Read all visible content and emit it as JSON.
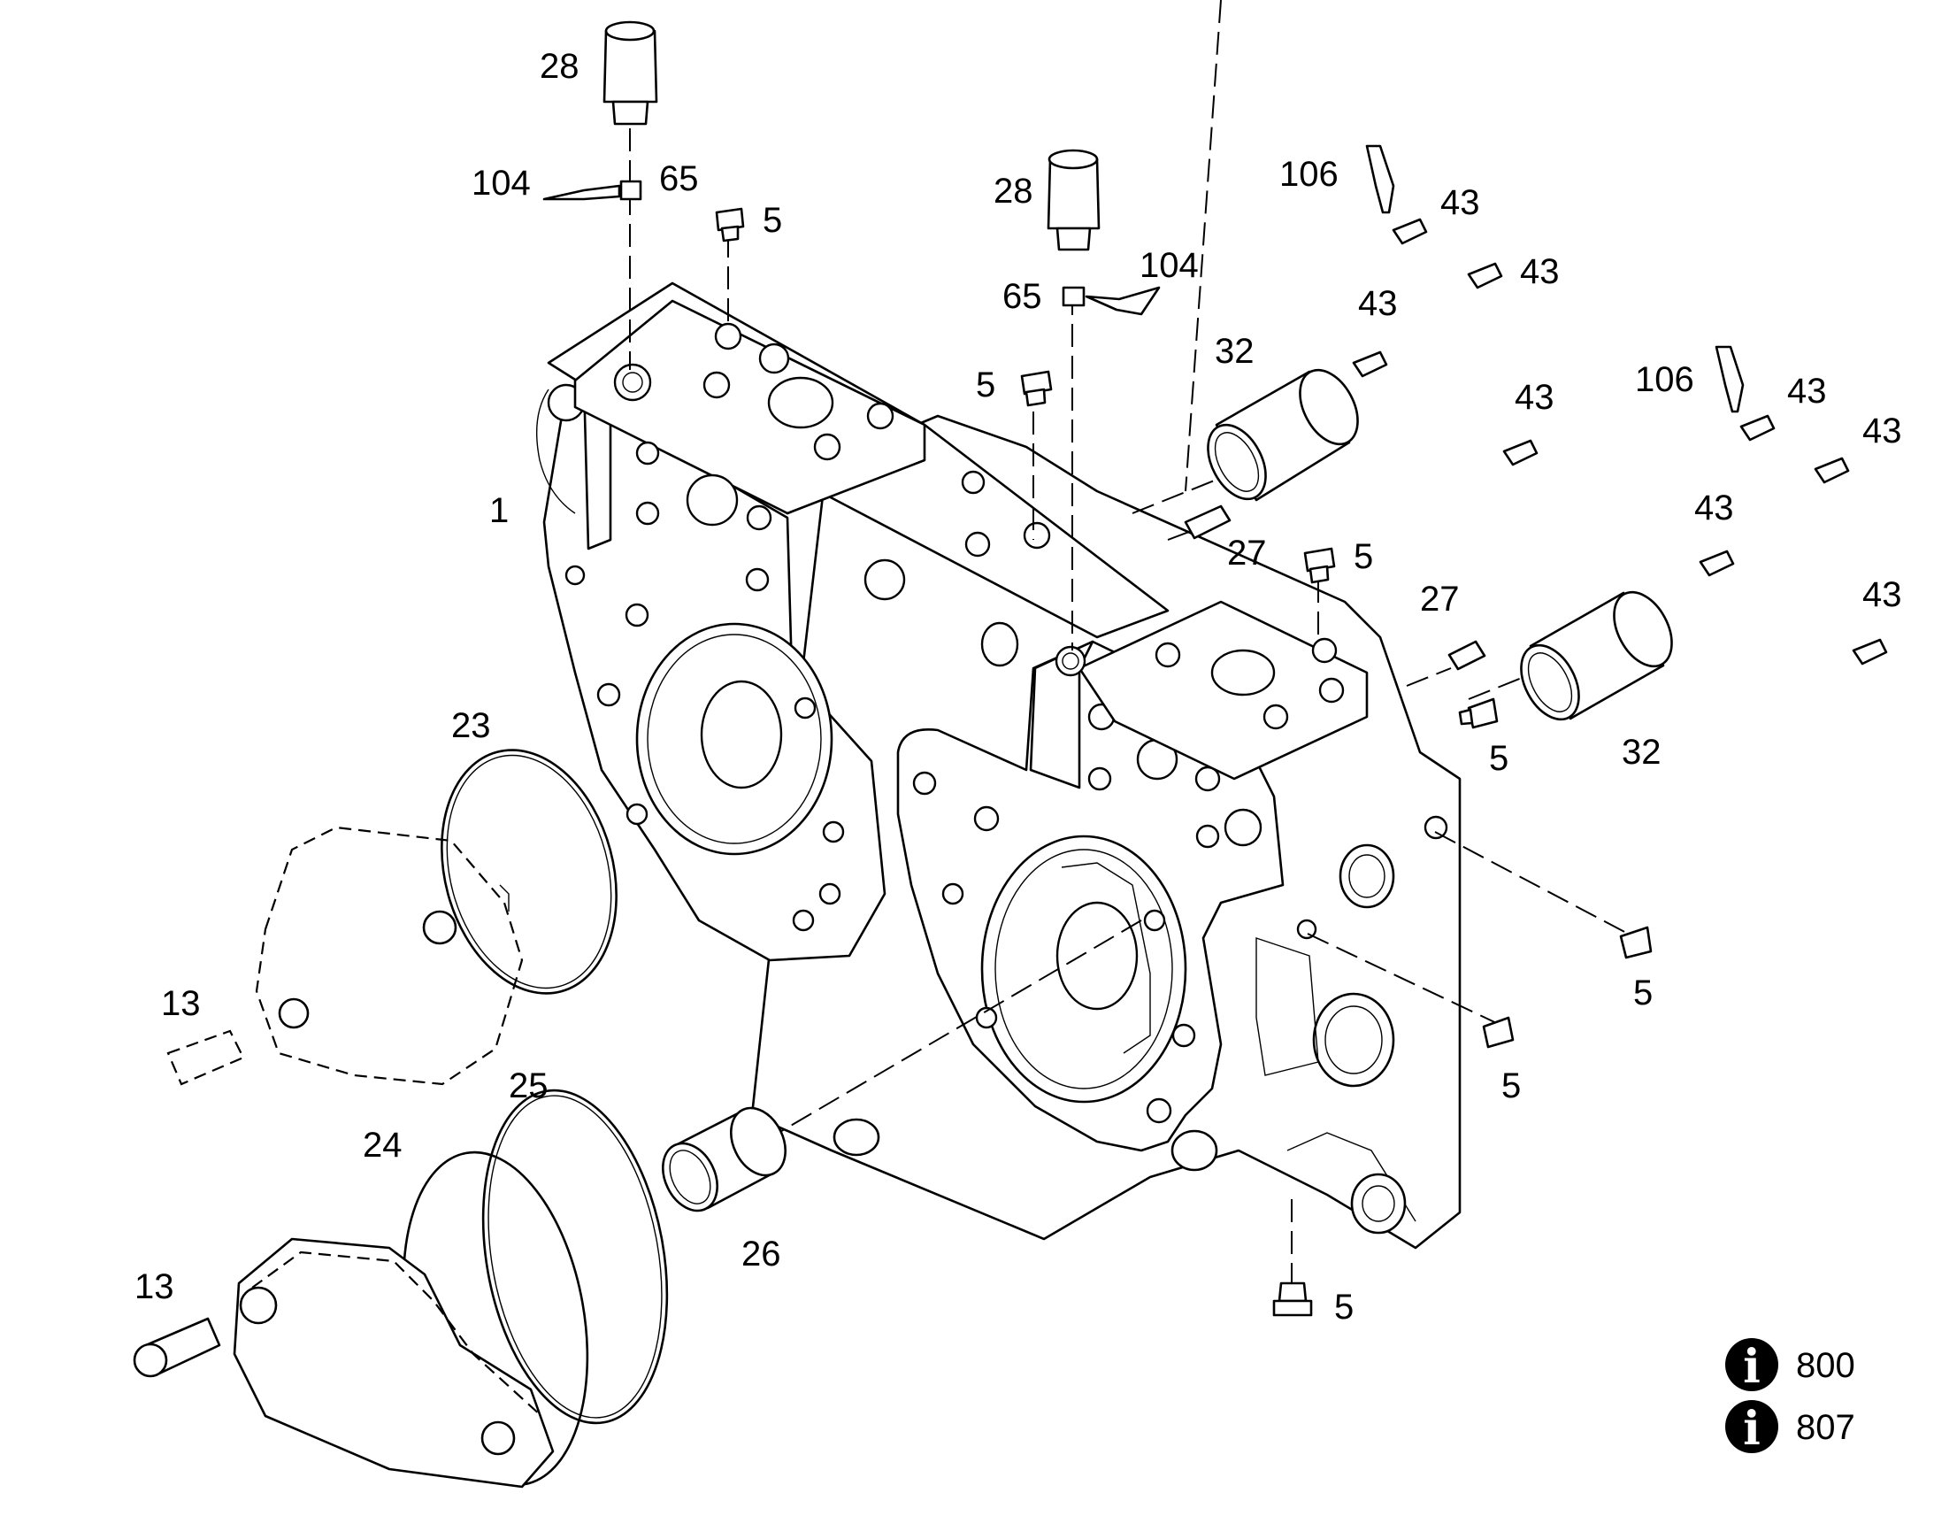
{
  "callouts": {
    "c_28a": "28",
    "c_104a": "104",
    "c_65a": "65",
    "c_5a": "5",
    "c_28b": "28",
    "c_65b": "65",
    "c_104b": "104",
    "c_5b": "5",
    "c_106a": "106",
    "c_43a": "43",
    "c_43b": "43",
    "c_43c": "43",
    "c_32a": "32",
    "c_106b": "106",
    "c_43d": "43",
    "c_43e": "43",
    "c_43f": "43",
    "c_43g": "43",
    "c_43h": "43",
    "c_1": "1",
    "c_27a": "27",
    "c_5c": "5",
    "c_27b": "27",
    "c_5d": "5",
    "c_32b": "32",
    "c_23": "23",
    "c_13a": "13",
    "c_25": "25",
    "c_24": "24",
    "c_26": "26",
    "c_13b": "13",
    "c_5e": "5",
    "c_5f": "5",
    "c_5g": "5"
  },
  "info_refs": [
    {
      "icon": "info-icon",
      "label": "800"
    },
    {
      "icon": "info-icon",
      "label": "807"
    }
  ]
}
